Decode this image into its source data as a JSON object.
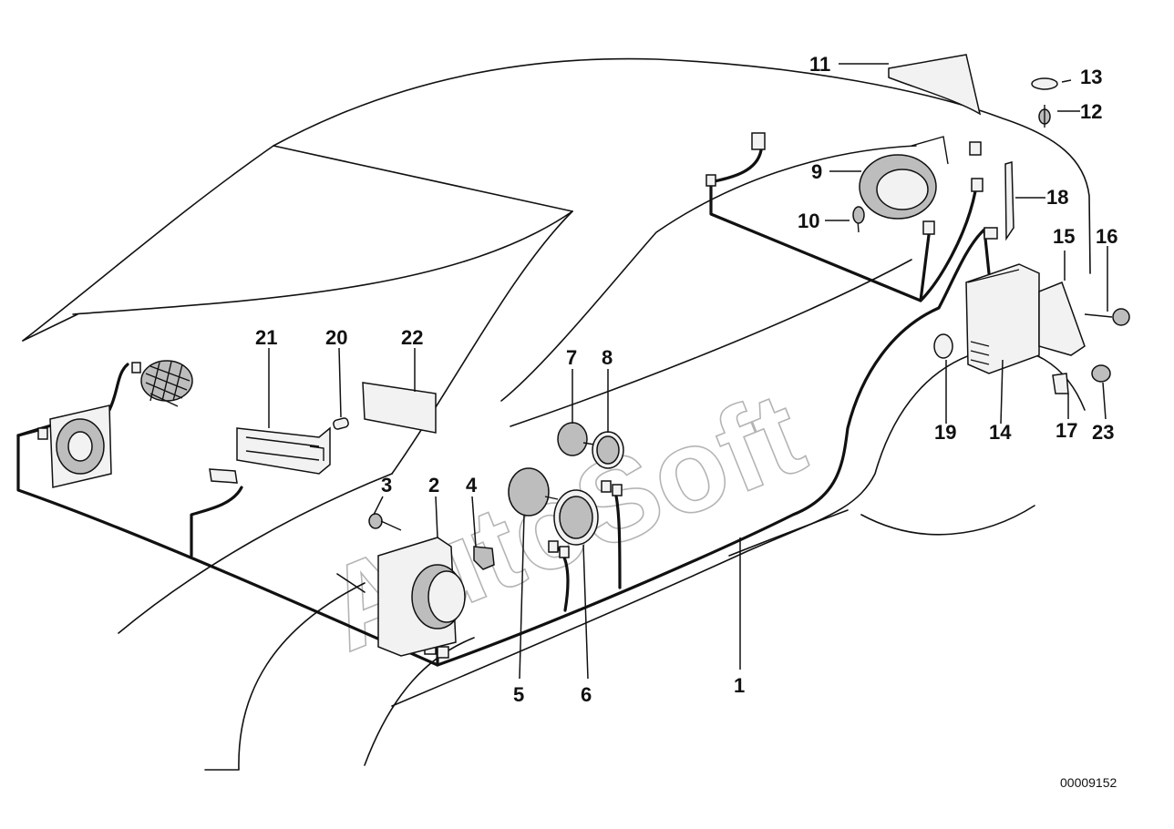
{
  "labels": [
    "1",
    "2",
    "3",
    "4",
    "5",
    "6",
    "7",
    "8",
    "9",
    "10",
    "11",
    "12",
    "13",
    "14",
    "15",
    "16",
    "17",
    "18",
    "19",
    "20",
    "21",
    "22",
    "23"
  ],
  "diagram_code": "00009152",
  "watermark": "AutoSoft"
}
